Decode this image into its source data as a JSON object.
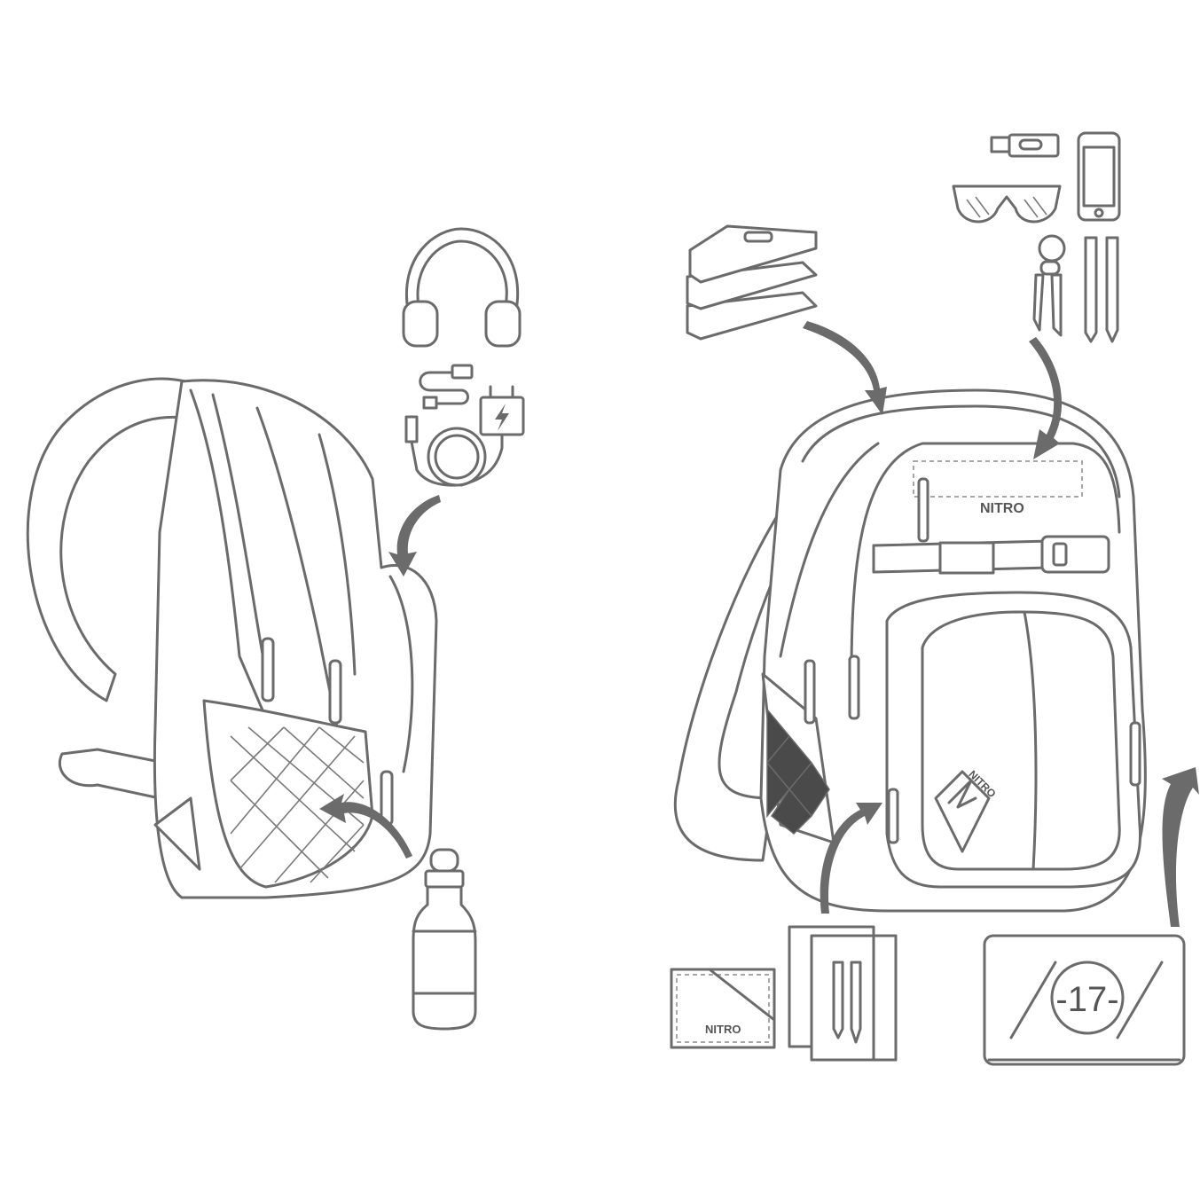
{
  "illustration": {
    "colors": {
      "line": "#6b6b6b",
      "background": "#ffffff",
      "mesh_dark": "#4a4a4a"
    },
    "left_backpack": {
      "view": "side",
      "items": [
        "headphones-icon",
        "charging-cable-icon",
        "power-adapter-icon",
        "water-bottle-icon"
      ]
    },
    "right_backpack": {
      "view": "front",
      "logo": "NITRO",
      "items": [
        "books-icon",
        "usb-stick-icon",
        "smartphone-icon",
        "sunglasses-icon",
        "keys-icon",
        "pens-icon",
        "wallet-icon",
        "notebook-icon",
        "laptop-icon"
      ],
      "wallet_logo": "NITRO",
      "laptop_sticker": "-17-"
    }
  }
}
